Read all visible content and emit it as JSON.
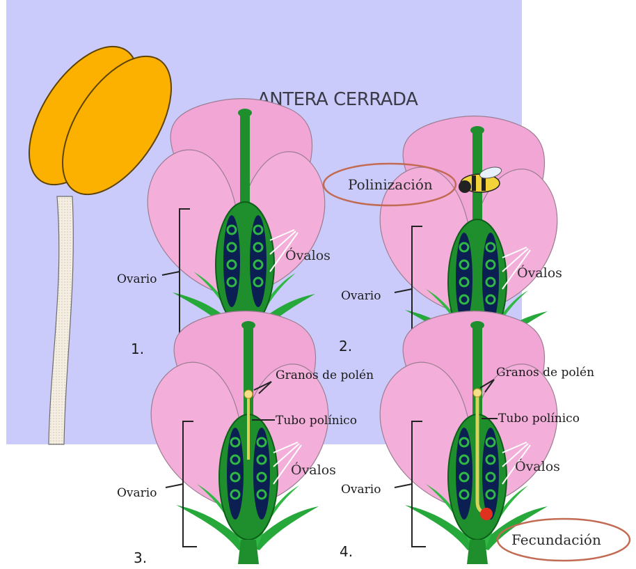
{
  "title": "ANTERA CERRADA",
  "colors": {
    "background_panel": "#cacbfb",
    "anther": "#fcb100",
    "petal": "#f1a6d6",
    "pistil": "#1f8f2e",
    "ovule_chamber": "#0b1f52",
    "highlight_circle": "#c26a52"
  },
  "stages": [
    {
      "number": "1.",
      "ovario": "Ovario",
      "ovalos": "Óvalos"
    },
    {
      "number": "2.",
      "ovario": "Ovario",
      "ovalos": "Óvalos",
      "callout": "Polinización",
      "icon": "bee-icon"
    },
    {
      "number": "3.",
      "ovario": "Ovario",
      "ovalos": "Óvalos",
      "granos": "Granos de polén",
      "tubo": "Tubo polínico"
    },
    {
      "number": "4.",
      "ovario": "Ovario",
      "ovalos": "Óvalos",
      "granos": "Granos de polén",
      "tubo": "Tubo polínico",
      "callout": "Fecundación"
    }
  ]
}
